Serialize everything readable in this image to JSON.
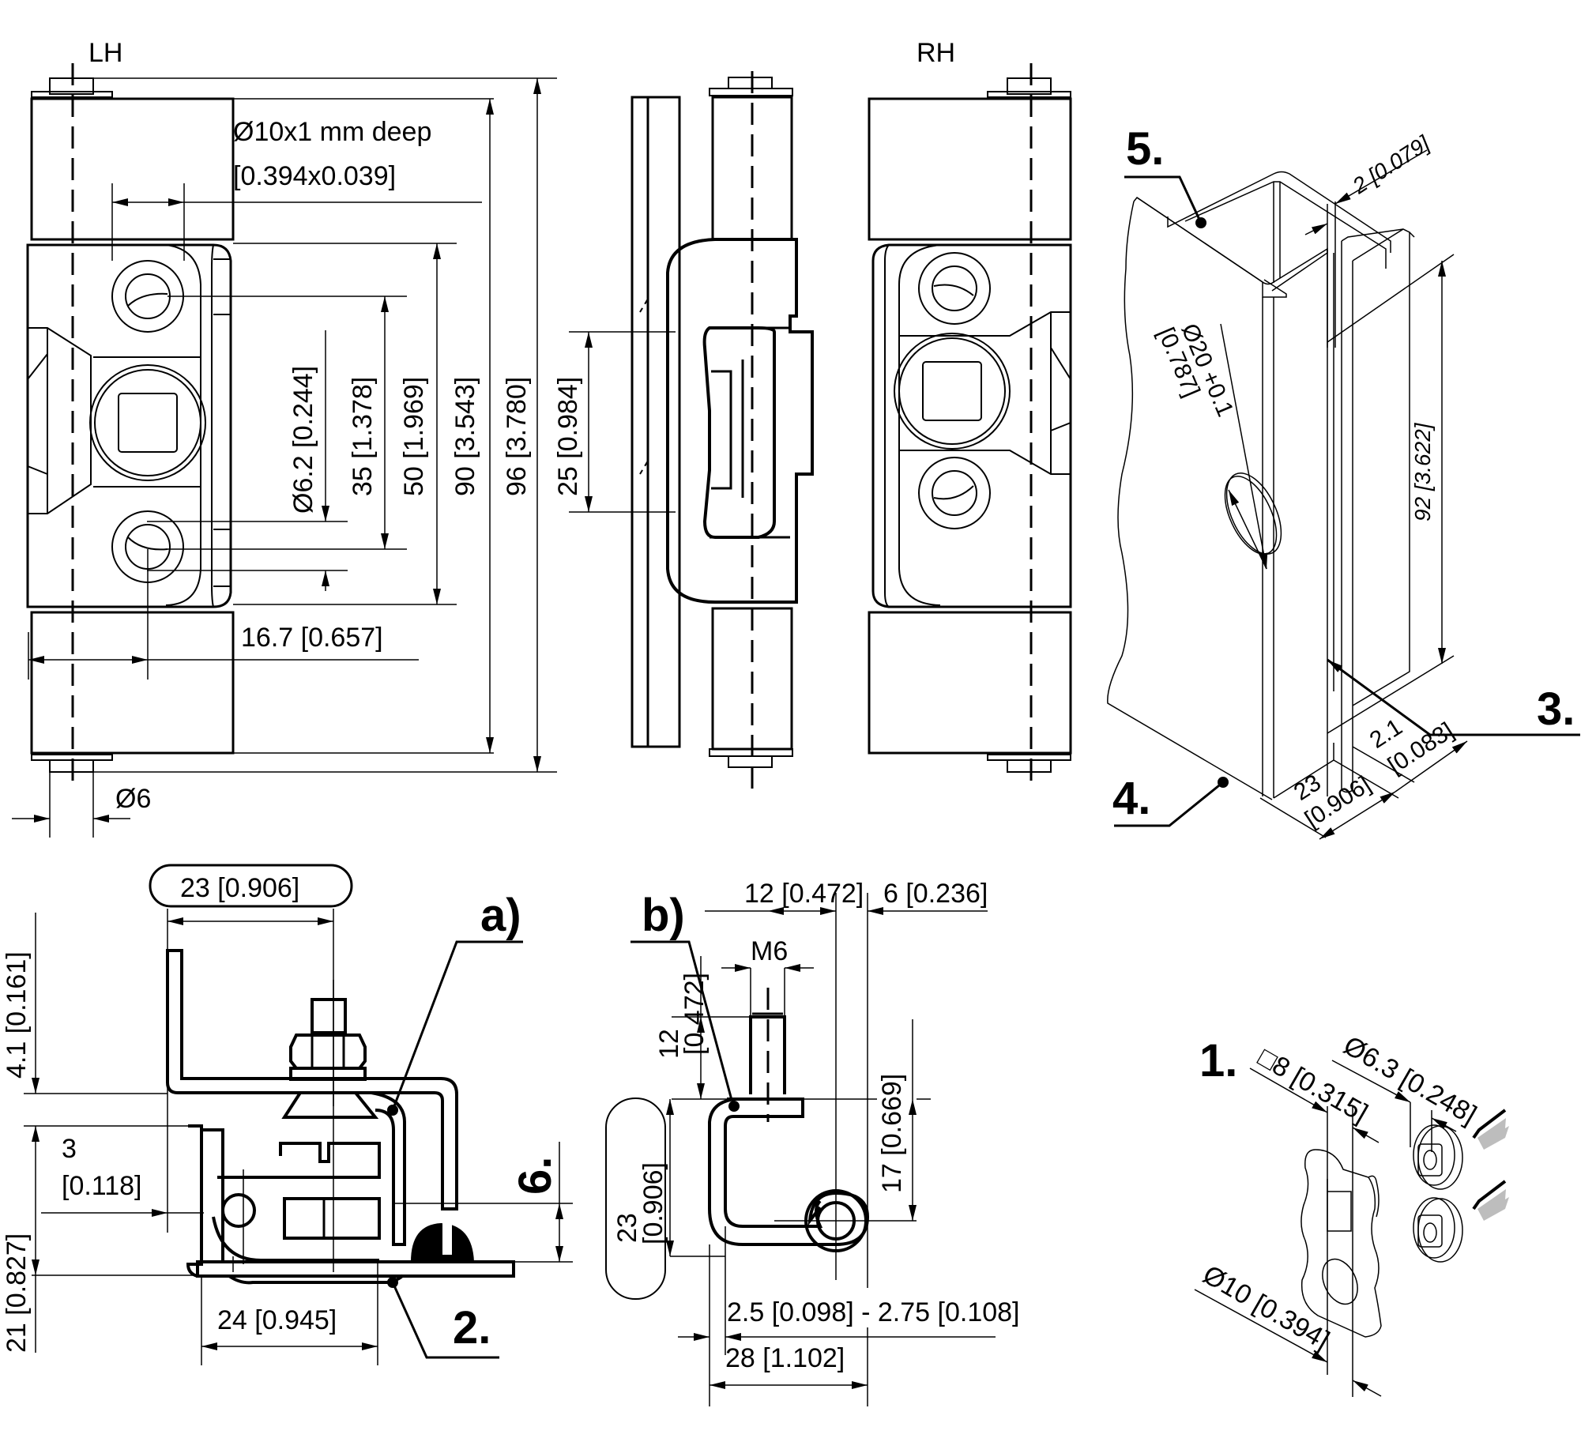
{
  "views": {
    "lh_label": "LH",
    "rh_label": "RH"
  },
  "front_view": {
    "hole_spec_line1": "Ø10x1 mm deep",
    "hole_spec_line2": "[0.394x0.039]",
    "dim_hole_dia": "Ø6.2 [0.244]",
    "dim_35": "35 [1.378]",
    "dim_50": "50 [1.969]",
    "dim_90": "90 [3.543]",
    "dim_96": "96 [3.780]",
    "dim_16_7": "16.7 [0.657]",
    "dim_pin": "Ø6"
  },
  "side_view": {
    "dim_25": "25 [0.984]"
  },
  "profile_view": {
    "callout_5": "5.",
    "callout_4": "4.",
    "callout_3": "3.",
    "dim_thickness": "2 [0.079]",
    "dim_bore_1": "Ø20 +0.1",
    "dim_bore_2": "[0.787]",
    "dim_92": "92 [3.622]",
    "dim_23_a": "23",
    "dim_23_b": "[0.906]",
    "dim_2_1_a": "2.1",
    "dim_2_1_b": "[0.083]"
  },
  "section_a": {
    "callout": "a)",
    "callout_2": "2.",
    "callout_6": "6.",
    "dim_23_box": "23 [0.906]",
    "dim_4_1": "4.1 [0.161]",
    "dim_3_a": "3",
    "dim_3_b": "[0.118]",
    "dim_21": "21 [0.827]",
    "dim_24": "24 [0.945]"
  },
  "section_b": {
    "callout": "b)",
    "dim_12_top": "12 [0.472]",
    "dim_6": "6 [0.236]",
    "dim_m6": "M6",
    "dim_12_side_a": "12",
    "dim_12_side_b": "[0.472]",
    "dim_23_box_a": "23",
    "dim_23_box_b": "[0.906]",
    "dim_17": "17 [0.669]",
    "dim_range": "2.5 [0.098] - 2.75 [0.108]",
    "dim_28": "28 [1.102]"
  },
  "detail_1": {
    "callout": "1.",
    "dim_square": "□8 [0.315]",
    "dim_6_3": "Ø6.3 [0.248]",
    "dim_10": "Ø10 [0.394]"
  },
  "colors": {
    "line": "#000000",
    "background": "#ffffff",
    "arrow_grey": "#bdbdbd"
  }
}
